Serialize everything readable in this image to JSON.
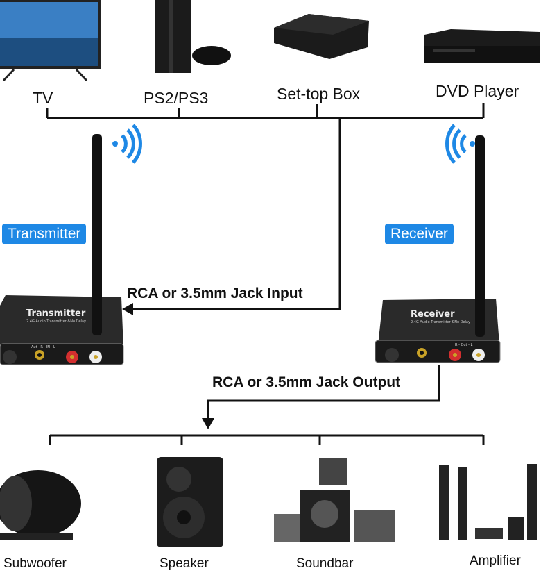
{
  "sources": [
    {
      "label": "TV"
    },
    {
      "label": "PS2/PS3"
    },
    {
      "label": "Set-top Box"
    },
    {
      "label": "DVD Player"
    }
  ],
  "transmitter": {
    "badge": "Transmitter",
    "device_text": "Transmitter",
    "device_sub": "2.4G Audio Transmitter &No Delay",
    "ports": "Aut   R - IN - L"
  },
  "receiver": {
    "badge": "Receiver",
    "device_text": "Receiver",
    "device_sub": "2.4G Audio Transmitter &No Delay",
    "ports": "R - Out - L"
  },
  "input_label": "RCA or 3.5mm Jack Input",
  "output_label": "RCA or 3.5mm Jack Output",
  "outputs": [
    {
      "label": "Subwoofer"
    },
    {
      "label": "Speaker"
    },
    {
      "label": "Soundbar"
    },
    {
      "label": "Amplifier"
    }
  ],
  "colors": {
    "badge": "#1e88e5",
    "line": "#111111",
    "wifi": "#1e88e5"
  }
}
